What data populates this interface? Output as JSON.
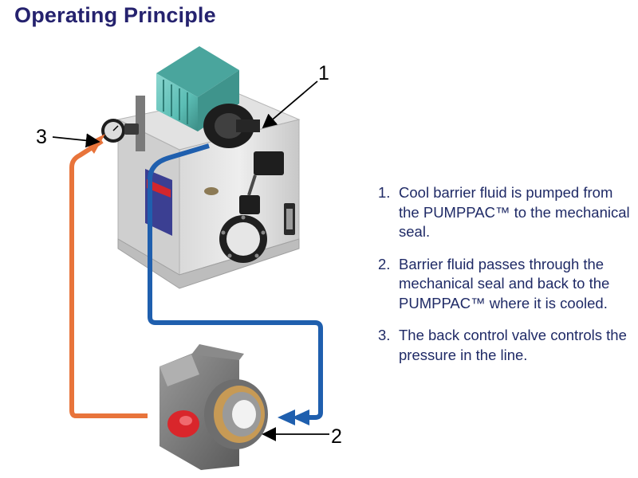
{
  "title": "Operating Principle",
  "callouts": [
    "1",
    "2",
    "3"
  ],
  "steps": [
    {
      "num": "1.",
      "text": "Cool barrier fluid is pumped from the PUMPPAC™ to the mechanical seal."
    },
    {
      "num": "2.",
      "text": "Barrier fluid passes through the mechanical seal and back to the PUMPPAC™ where it is cooled."
    },
    {
      "num": "3.",
      "text": "The back control valve controls the pressure in the line."
    }
  ],
  "colors": {
    "title": "#25226e",
    "steps_text": "#1f2a66",
    "supply_line": "#1f5fae",
    "return_line": "#e8743b",
    "motor": "#5bbdb4",
    "valve": "#d9262b"
  },
  "icons": [
    "pump-unit-illustration",
    "mechanical-seal-illustration",
    "pressure-gauge-icon"
  ]
}
